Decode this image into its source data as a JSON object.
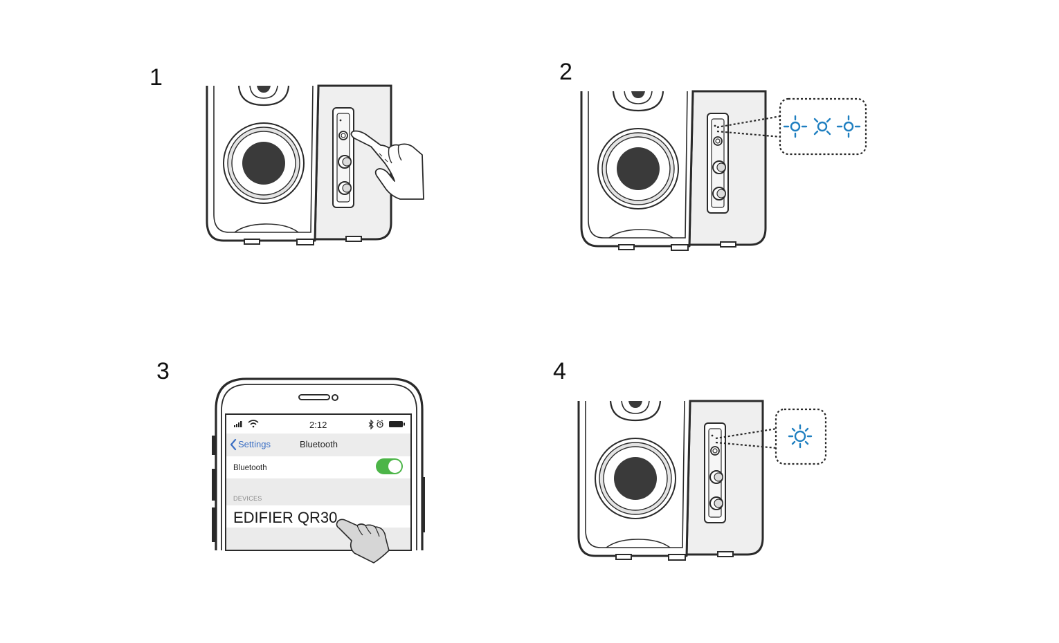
{
  "steps": [
    {
      "number": "1"
    },
    {
      "number": "2"
    },
    {
      "number": "3"
    },
    {
      "number": "4"
    }
  ],
  "phone": {
    "status_time": "2:12",
    "nav_back_label": "Settings",
    "nav_title": "Bluetooth",
    "bluetooth_row_label": "Bluetooth",
    "bluetooth_enabled": true,
    "devices_section_header": "DEVICES",
    "device_name": "EDIFIER QR30"
  },
  "colors": {
    "led_blue": "#1f7fc0",
    "toggle_green": "#4cb548",
    "speaker_side_gray": "#efefef",
    "woofer_dark": "#3a3a3a",
    "finger_gray": "#d6d6d6"
  },
  "icons": {
    "led_blinking": "led-blink-icon",
    "led_steady": "led-steady-icon",
    "signal": "cellular-signal-icon",
    "wifi": "wifi-icon",
    "bluetooth": "bluetooth-icon",
    "alarm": "alarm-icon",
    "battery": "battery-icon",
    "back": "chevron-left-icon"
  }
}
